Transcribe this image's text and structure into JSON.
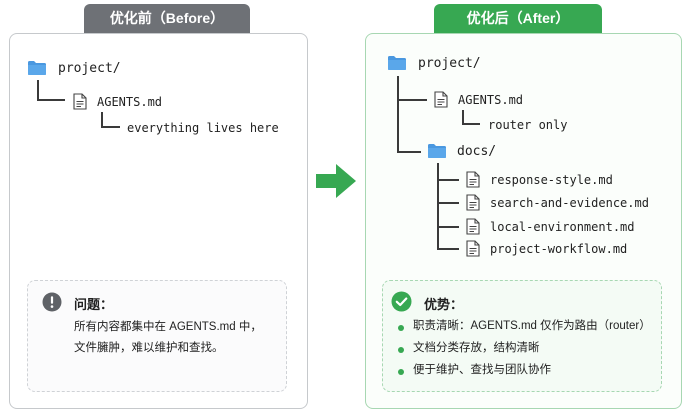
{
  "before": {
    "header": "优化前（Before）",
    "root": "project/",
    "file": "AGENTS.md",
    "note": "everything lives here",
    "callout": {
      "title": "问题：",
      "lines": [
        "所有内容都集中在 AGENTS.md 中，",
        "文件臃肿，难以维护和查找。"
      ]
    }
  },
  "after": {
    "header": "优化后（After）",
    "root": "project/",
    "file": "AGENTS.md",
    "note": "router only",
    "folder": "docs/",
    "docs": [
      "response-style.md",
      "search-and-evidence.md",
      "local-environment.md",
      "project-workflow.md"
    ],
    "callout": {
      "title": "优势：",
      "bullets": [
        "职责清晰：AGENTS.md 仅作为路由（router）",
        "文档分类存放，结构清晰",
        "便于维护、查找与团队协作"
      ]
    }
  },
  "colors": {
    "before_accent": "#6e7176",
    "after_accent": "#37a852",
    "folder": "#4a98e0"
  }
}
